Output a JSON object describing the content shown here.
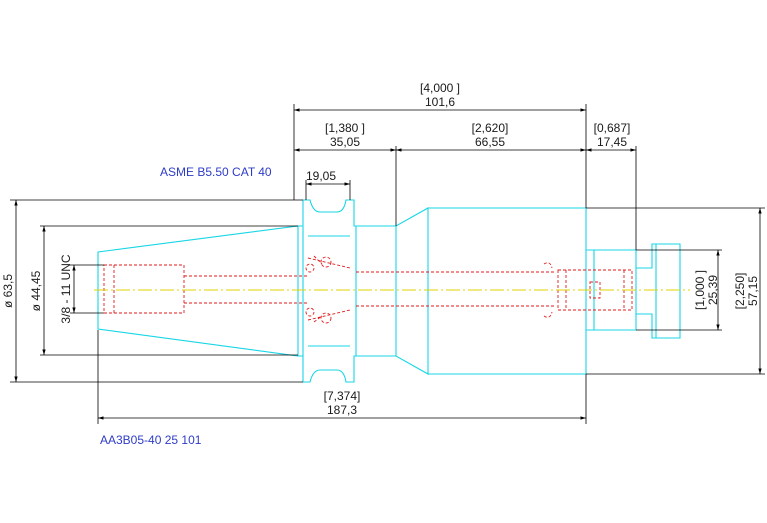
{
  "dimensions": {
    "overall_in": "[4,000 ]",
    "overall_mm": "101,6",
    "d1_in": "[1,380 ]",
    "d1_mm": "35,05",
    "d2_in": "[2,620]",
    "d2_mm": "66,55",
    "d3_in": "[0,687]",
    "d3_mm": "17,45",
    "flange_mm": "19,05",
    "total_in": "[7,374]",
    "total_mm": "187,3",
    "dia_outer": "ø 63,5",
    "dia_taper": "ø 44,45",
    "thread": "3/8 - 11 UNC",
    "bore_in": "[1,000 ]",
    "bore_mm": "25,39",
    "body_in": "[2,250]",
    "body_mm": "57,15"
  },
  "notes": {
    "standard": "ASME B5.50 CAT 40",
    "part_number": "AA3B05-40 25 101"
  },
  "colors": {
    "outline": "#17d6e6",
    "hidden": "#e01a1a",
    "centerline": "#e0d000",
    "dimension": "#000000",
    "note": "#2e3cc8"
  }
}
